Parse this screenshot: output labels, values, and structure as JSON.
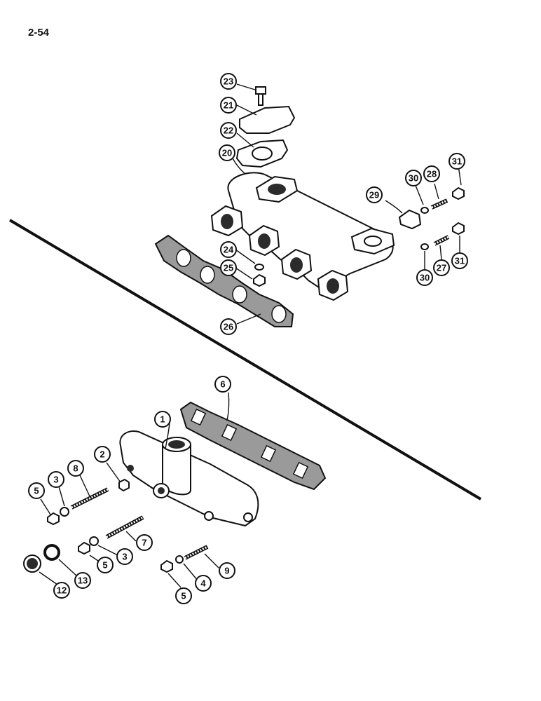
{
  "page_number": "2-54",
  "callouts": [
    {
      "id": "c23",
      "label": "23"
    },
    {
      "id": "c21",
      "label": "21"
    },
    {
      "id": "c22",
      "label": "22"
    },
    {
      "id": "c20",
      "label": "20"
    },
    {
      "id": "c31a",
      "label": "31"
    },
    {
      "id": "c30a",
      "label": "30"
    },
    {
      "id": "c28",
      "label": "28"
    },
    {
      "id": "c29",
      "label": "29"
    },
    {
      "id": "c24",
      "label": "24"
    },
    {
      "id": "c25",
      "label": "25"
    },
    {
      "id": "c30b",
      "label": "30"
    },
    {
      "id": "c27",
      "label": "27"
    },
    {
      "id": "c31b",
      "label": "31"
    },
    {
      "id": "c26",
      "label": "26"
    },
    {
      "id": "c6",
      "label": "6"
    },
    {
      "id": "c1",
      "label": "1"
    },
    {
      "id": "c2",
      "label": "2"
    },
    {
      "id": "c8",
      "label": "8"
    },
    {
      "id": "c3a",
      "label": "3"
    },
    {
      "id": "c5a",
      "label": "5"
    },
    {
      "id": "c7",
      "label": "7"
    },
    {
      "id": "c3b",
      "label": "3"
    },
    {
      "id": "c5b",
      "label": "5"
    },
    {
      "id": "c9",
      "label": "9"
    },
    {
      "id": "c4",
      "label": "4"
    },
    {
      "id": "c5c",
      "label": "5"
    },
    {
      "id": "c12",
      "label": "12"
    },
    {
      "id": "c13",
      "label": "13"
    }
  ]
}
